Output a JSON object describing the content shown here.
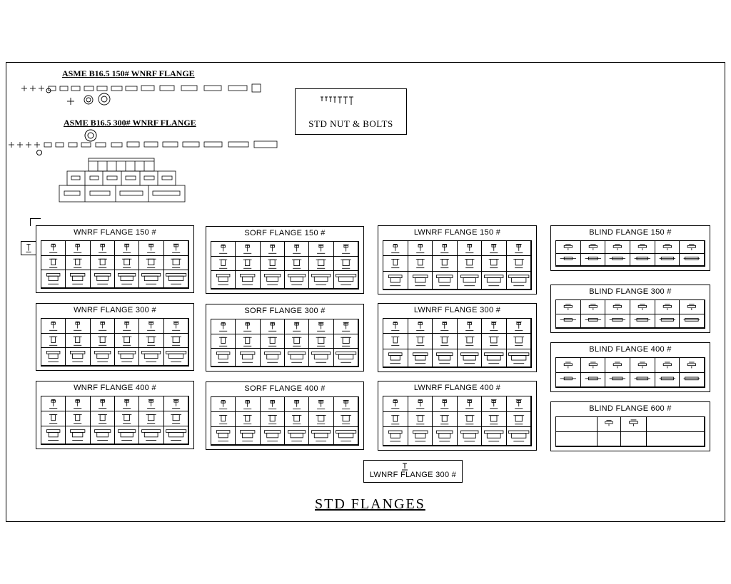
{
  "page_title": "STD FLANGES",
  "asme_150": {
    "title": "ASME B16.5 150# WNRF FLANGE"
  },
  "asme_300": {
    "title": "ASME B16.5 300# WNRF FLANGE"
  },
  "nut_bolts": {
    "title": "STD NUT & BOLTS"
  },
  "panels": {
    "wnrf_150": "WNRF FLANGE 150 #",
    "wnrf_300": "WNRF FLANGE 300 #",
    "wnrf_400": "WNRF FLANGE 400 #",
    "sorf_150": "SORF FLANGE 150 #",
    "sorf_300": "SORF FLANGE 300 #",
    "sorf_400": "SORF FLANGE 400 #",
    "lwnrf_150": "LWNRF FLANGE 150 #",
    "lwnrf_300": "LWNRF FLANGE 300 #",
    "lwnrf_400": "LWNRF FLANGE 400 #",
    "blind_150": "BLIND FLANGE 150 #",
    "blind_300": "BLIND FLANGE 300 #",
    "blind_400": "BLIND FLANGE 400 #",
    "blind_600": "BLIND FLANGE 600 #",
    "lwnrf_300_small": "LWNRF FLANGE 300 #"
  }
}
